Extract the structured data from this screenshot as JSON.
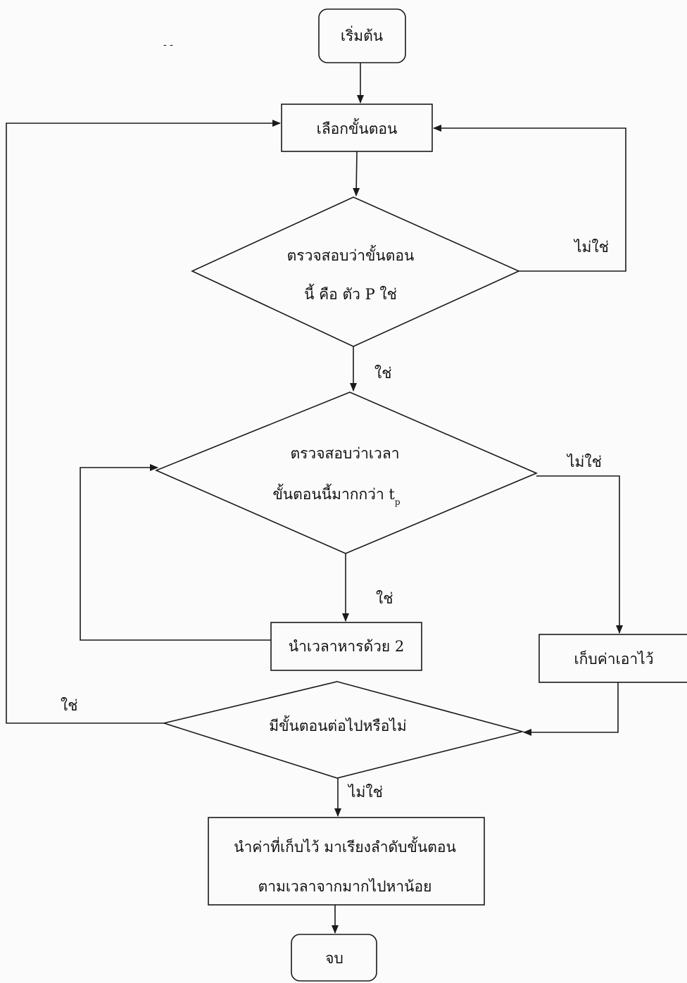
{
  "flowchart": {
    "start": "เริ่มต้น",
    "select_step": "เลือกขั้นตอน",
    "check_p": {
      "line1": "ตรวจสอบว่าขั้นตอน",
      "line2": "นี้ คือ ตัว P ใช่"
    },
    "check_time": {
      "line1": "ตรวจสอบว่าเวลา",
      "line2": "ขั้นตอนนี้มากกว่า t",
      "subscript": "p"
    },
    "divide": "นำเวลาหารด้วย 2",
    "store": "เก็บค่าเอาไว้",
    "more_steps": "มีขั้นตอนต่อไปหรือไม่",
    "sort": {
      "line1": "นำค่าที่เก็บไว้ มาเรียงลำดับขั้นตอน",
      "line2": "ตามเวลาจากมากไปหาน้อย"
    },
    "end": "จบ"
  },
  "labels": {
    "no_check_p": "ไม่ใช่",
    "yes_check_p": "ใช่",
    "no_check_time": "ไม่ใช่",
    "yes_check_time": "ใช่",
    "yes_more_steps": "ใช่",
    "no_more_steps": "ไม่ใช่"
  }
}
